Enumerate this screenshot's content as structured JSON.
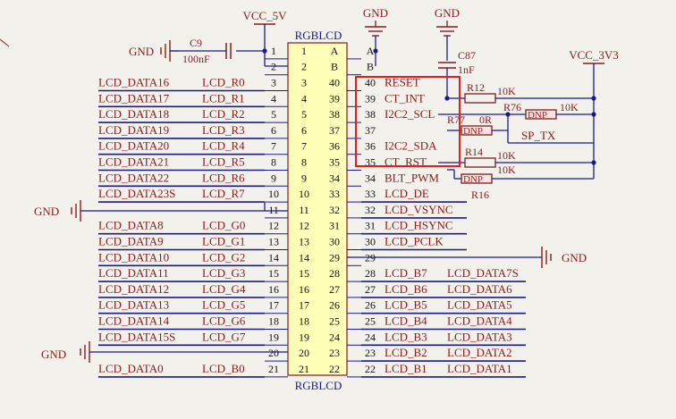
{
  "colors": {
    "background": "#f3f1ec",
    "wire": "#1a1a8c",
    "label": "#8b1a1a",
    "component": "#7a1e1e",
    "pin_text": "#111111",
    "connector_fill": "#ffffb8",
    "highlight": "#e02020",
    "dnp_fill": "#ffe3e3"
  },
  "connector": {
    "ref": "RGBLCD",
    "value": "RGBLCD"
  },
  "power": {
    "vcc5v": "VCC_5V",
    "vcc3v3": "VCC_3V3",
    "gnd": "GND"
  },
  "components": {
    "c9": {
      "ref": "C9",
      "value": "100nF"
    },
    "c87": {
      "ref": "C87",
      "value": "1nF"
    },
    "r12": {
      "ref": "R12",
      "value": "10K"
    },
    "r76": {
      "ref": "R76",
      "value": "10K",
      "dnp": "DNP"
    },
    "r77": {
      "ref": "R77",
      "value": "0R",
      "dnp": "DNP"
    },
    "r14": {
      "ref": "R14",
      "value": "10K"
    },
    "r16": {
      "ref": "R16",
      "value": "10K",
      "dnp": "DNP"
    },
    "sp_tx": "SP_TX"
  },
  "left_pins": [
    {
      "outer": "1",
      "inner": "1",
      "net": "",
      "sig": ""
    },
    {
      "outer": "2",
      "inner": "2",
      "net": "",
      "sig": ""
    },
    {
      "outer": "3",
      "inner": "3",
      "net": "LCD_DATA16",
      "sig": "LCD_R0"
    },
    {
      "outer": "4",
      "inner": "4",
      "net": "LCD_DATA17",
      "sig": "LCD_R1"
    },
    {
      "outer": "5",
      "inner": "5",
      "net": "LCD_DATA18",
      "sig": "LCD_R2"
    },
    {
      "outer": "6",
      "inner": "6",
      "net": "LCD_DATA19",
      "sig": "LCD_R3"
    },
    {
      "outer": "7",
      "inner": "7",
      "net": "LCD_DATA20",
      "sig": "LCD_R4"
    },
    {
      "outer": "8",
      "inner": "8",
      "net": "LCD_DATA21",
      "sig": "LCD_R5"
    },
    {
      "outer": "9",
      "inner": "9",
      "net": "LCD_DATA22",
      "sig": "LCD_R6"
    },
    {
      "outer": "10",
      "inner": "10",
      "net": "LCD_DATA23S",
      "sig": "LCD_R7"
    },
    {
      "outer": "11",
      "inner": "11",
      "net": "",
      "sig": ""
    },
    {
      "outer": "12",
      "inner": "12",
      "net": "LCD_DATA8",
      "sig": "LCD_G0"
    },
    {
      "outer": "13",
      "inner": "13",
      "net": "LCD_DATA9",
      "sig": "LCD_G1"
    },
    {
      "outer": "14",
      "inner": "14",
      "net": "LCD_DATA10",
      "sig": "LCD_G2"
    },
    {
      "outer": "15",
      "inner": "15",
      "net": "LCD_DATA11",
      "sig": "LCD_G3"
    },
    {
      "outer": "16",
      "inner": "16",
      "net": "LCD_DATA12",
      "sig": "LCD_G4"
    },
    {
      "outer": "17",
      "inner": "17",
      "net": "LCD_DATA13",
      "sig": "LCD_G5"
    },
    {
      "outer": "18",
      "inner": "18",
      "net": "LCD_DATA14",
      "sig": "LCD_G6"
    },
    {
      "outer": "19",
      "inner": "19",
      "net": "LCD_DATA15S",
      "sig": "LCD_G7"
    },
    {
      "outer": "20",
      "inner": "20",
      "net": "",
      "sig": ""
    },
    {
      "outer": "21",
      "inner": "21",
      "net": "LCD_DATA0",
      "sig": "LCD_B0"
    }
  ],
  "right_pins": [
    {
      "inner": "A",
      "outer": "A",
      "sig": "",
      "net": ""
    },
    {
      "inner": "B",
      "outer": "B",
      "sig": "",
      "net": ""
    },
    {
      "inner": "40",
      "outer": "40",
      "sig": "RESET",
      "net": ""
    },
    {
      "inner": "39",
      "outer": "39",
      "sig": "CT_INT",
      "net": ""
    },
    {
      "inner": "38",
      "outer": "38",
      "sig": "I2C2_SCL",
      "net": ""
    },
    {
      "inner": "37",
      "outer": "37",
      "sig": "",
      "net": ""
    },
    {
      "inner": "36",
      "outer": "36",
      "sig": "I2C2_SDA",
      "net": ""
    },
    {
      "inner": "35",
      "outer": "35",
      "sig": "CT_RST",
      "net": ""
    },
    {
      "inner": "34",
      "outer": "34",
      "sig": "BLT_PWM",
      "net": ""
    },
    {
      "inner": "33",
      "outer": "33",
      "sig": "LCD_DE",
      "net": ""
    },
    {
      "inner": "32",
      "outer": "32",
      "sig": "LCD_VSYNC",
      "net": ""
    },
    {
      "inner": "31",
      "outer": "31",
      "sig": "LCD_HSYNC",
      "net": ""
    },
    {
      "inner": "30",
      "outer": "30",
      "sig": "LCD_PCLK",
      "net": ""
    },
    {
      "inner": "29",
      "outer": "29",
      "sig": "",
      "net": ""
    },
    {
      "inner": "28",
      "outer": "28",
      "sig": "LCD_B7",
      "net": "LCD_DATA7S"
    },
    {
      "inner": "27",
      "outer": "27",
      "sig": "LCD_B6",
      "net": "LCD_DATA6"
    },
    {
      "inner": "26",
      "outer": "26",
      "sig": "LCD_B5",
      "net": "LCD_DATA5"
    },
    {
      "inner": "25",
      "outer": "25",
      "sig": "LCD_B4",
      "net": "LCD_DATA4"
    },
    {
      "inner": "24",
      "outer": "24",
      "sig": "LCD_B3",
      "net": "LCD_DATA3"
    },
    {
      "inner": "23",
      "outer": "23",
      "sig": "LCD_B2",
      "net": "LCD_DATA2"
    },
    {
      "inner": "22",
      "outer": "22",
      "sig": "LCD_B1",
      "net": "LCD_DATA1"
    }
  ]
}
